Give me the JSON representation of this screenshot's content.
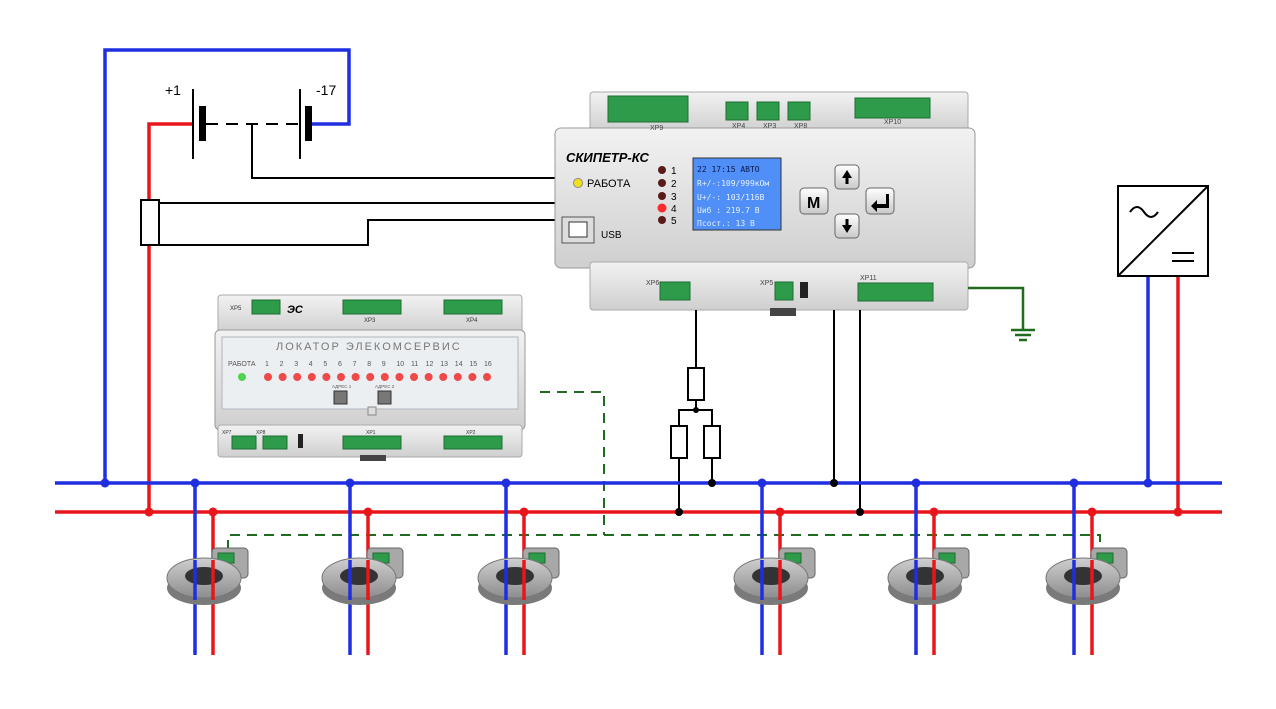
{
  "battery": {
    "plus_label": "+1",
    "minus_label": "-17"
  },
  "controller": {
    "name": "СКИПЕТР-КС",
    "status_label": "РАБОТА",
    "usb_label": "USB",
    "leds": [
      "1",
      "2",
      "3",
      "4",
      "5"
    ],
    "lit_led": "4",
    "menu_button_label": "M",
    "lcd_lines": [
      "22  17:15  АВТО",
      "R+/-:109/999кОм",
      "U+/-: 103/116В",
      "Uиб : 219.7 В",
      "Псост.: 13 В"
    ],
    "top_connectors": [
      "XP9",
      "XP4",
      "XP3",
      "XP8",
      "XP10"
    ],
    "bottom_connectors": [
      "XP6",
      "XP5",
      "XP11"
    ]
  },
  "locator": {
    "title": "ЛОКАТОР  ЭЛЕКОМСЕРВИС",
    "logo": "ЭС",
    "status_label": "РАБОТА",
    "channels": [
      "1",
      "2",
      "3",
      "4",
      "5",
      "6",
      "7",
      "8",
      "9",
      "10",
      "11",
      "12",
      "13",
      "14",
      "15",
      "16"
    ],
    "address_labels": [
      "АДРЕС 1",
      "АДРЕС 2"
    ],
    "top_connectors": [
      "XP5",
      "XP3",
      "XP4"
    ],
    "bottom_connectors": [
      "XP7",
      "XP8",
      "XP1",
      "XP2"
    ]
  },
  "colors": {
    "plus_bus": "#e8161b",
    "minus_bus": "#1f2fe0",
    "ground": "#1f6b1f",
    "dashed_link": "#1f6b1f",
    "lcd": "#4f8ff7"
  }
}
